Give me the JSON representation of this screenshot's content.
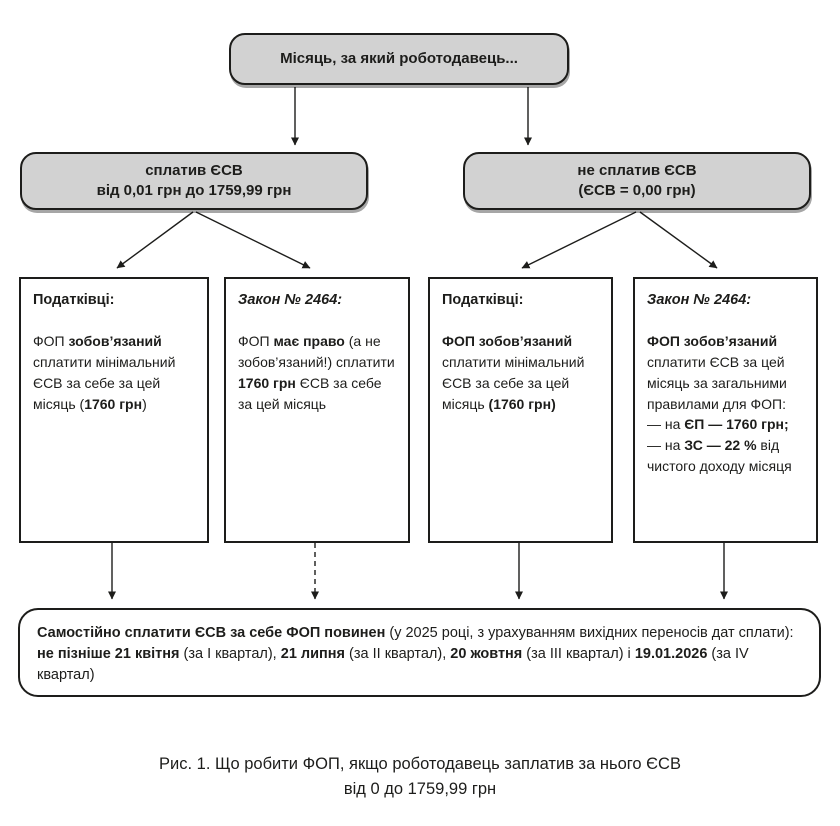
{
  "colors": {
    "node_fill": "#d2d2d2",
    "line": "#1d1d1b",
    "text": "#1d1d1b"
  },
  "flowchart": {
    "root": {
      "label": "Місяць, за який роботодавець..."
    },
    "branch_paid": {
      "line1": "сплатив ЄСВ",
      "line2": "від 0,01 грн до 1759,99 грн"
    },
    "branch_unpaid": {
      "line1": "не сплатив ЄСВ",
      "line2": "(ЄСВ = 0,00 грн)"
    },
    "boxes": [
      {
        "heading": "Податківці:",
        "body": [
          {
            "t": "ФОП "
          },
          {
            "t": "зобов’язаний",
            "b": true
          },
          {
            "t": " сплатити мінімальний ЄСВ за себе за цей місяць ("
          },
          {
            "t": "1760 грн",
            "b": true
          },
          {
            "t": ")"
          }
        ]
      },
      {
        "heading": "Закон № 2464:",
        "body": [
          {
            "t": "ФОП "
          },
          {
            "t": "має право",
            "b": true
          },
          {
            "t": " (а не зобов’язаний!) сплатити "
          },
          {
            "t": "1760 грн",
            "b": true
          },
          {
            "t": " ЄСВ за себе за цей місяць"
          }
        ]
      },
      {
        "heading": "Податківці:",
        "body": [
          {
            "t": "ФОП зобов’язаний",
            "b": true
          },
          {
            "t": " сплатити мінімальний ЄСВ за себе за цей місяць "
          },
          {
            "t": "(1760 грн)",
            "b": true
          }
        ]
      },
      {
        "heading": "Закон № 2464:",
        "body": [
          {
            "t": "ФОП зобов’язаний",
            "b": true
          },
          {
            "t": " сплатити ЄСВ за цей місяць за загальними правилами для ФОП:\n— на "
          },
          {
            "t": "ЄП — 1760 грн;",
            "b": true
          },
          {
            "t": "\n— на "
          },
          {
            "t": "ЗС — 22 %",
            "b": true
          },
          {
            "t": " від чистого доходу місяця"
          }
        ]
      }
    ],
    "conclusion": [
      {
        "t": "Самостійно сплатити ЄСВ за себе ФОП повинен",
        "b": true
      },
      {
        "t": " (у 2025 році, з урахуванням вихідних переносів дат сплати): "
      },
      {
        "t": "не пізніше 21 квітня",
        "b": true
      },
      {
        "t": " (за I квартал), "
      },
      {
        "t": "21 липня",
        "b": true
      },
      {
        "t": " (за II квартал), "
      },
      {
        "t": "20 жовтня",
        "b": true
      },
      {
        "t": " (за III квартал) і "
      },
      {
        "t": "19.01.2026",
        "b": true
      },
      {
        "t": " (за IV квартал)"
      }
    ]
  },
  "caption": {
    "text": "Рис. 1. Що робити ФОП, якщо роботодавець заплатив за нього ЄСВ\nвід 0 до 1759,99 грн"
  }
}
